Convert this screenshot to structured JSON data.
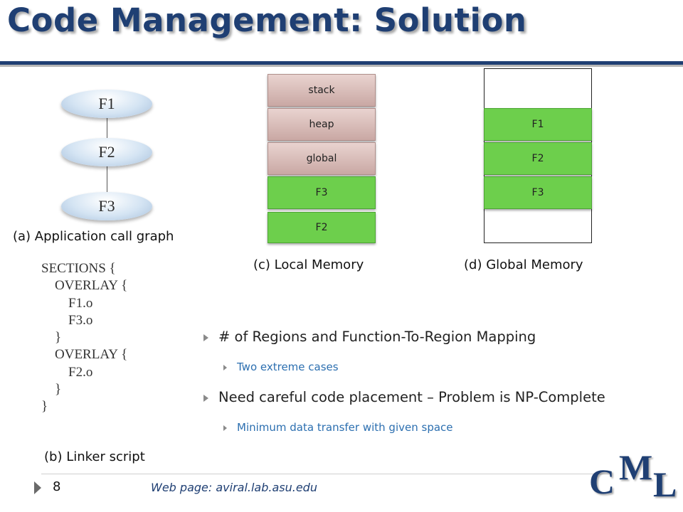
{
  "slide": {
    "title": "Code Management: Solution",
    "page_number": "8",
    "webpage": "Web page: aviral.lab.asu.edu"
  },
  "call_graph": {
    "nodes": [
      "F1",
      "F2",
      "F3"
    ],
    "caption": "(a) Application call graph"
  },
  "linker_script": {
    "lines": [
      "SECTIONS {",
      "    OVERLAY {",
      "        F1.o",
      "        F3.o",
      "    }",
      "    OVERLAY {",
      "        F2.o",
      "    }",
      "}"
    ],
    "caption": "(b) Linker script"
  },
  "local_memory": {
    "blocks": [
      {
        "label": "stack",
        "color": "#d9bcb8"
      },
      {
        "label": "heap",
        "color": "#d9bcb8"
      },
      {
        "label": "global",
        "color": "#d9bcb8"
      },
      {
        "label": "F3",
        "color": "#6dcf4c"
      },
      {
        "label": "F2",
        "color": "#6dcf4c"
      }
    ],
    "caption": "(c) Local Memory"
  },
  "global_memory": {
    "blocks": [
      {
        "label": "F1",
        "color": "#6dcf4c"
      },
      {
        "label": "F2",
        "color": "#6dcf4c"
      },
      {
        "label": "F3",
        "color": "#6dcf4c"
      }
    ],
    "caption": "(d) Global Memory"
  },
  "bullets": [
    {
      "text": "# of Regions and Function-To-Region Mapping",
      "level": 1
    },
    {
      "text": "Two extreme cases",
      "level": 2
    },
    {
      "text": "Need careful code placement – Problem is NP-Complete",
      "level": 1
    },
    {
      "text": "Minimum data transfer with given space",
      "level": 2
    }
  ],
  "logo": {
    "letters": [
      "C",
      "M",
      "L"
    ]
  },
  "colors": {
    "title": "#1f3f73",
    "accent_bullet": "#2c6fb0",
    "code_block": "#6dcf4c"
  }
}
